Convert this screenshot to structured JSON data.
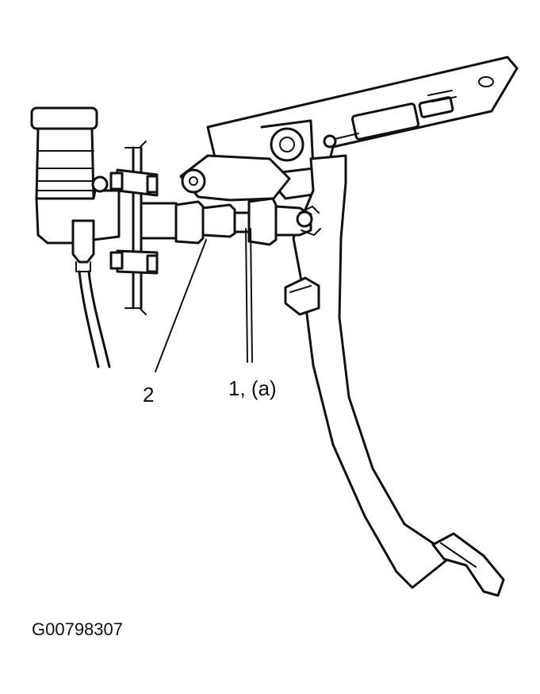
{
  "callouts": {
    "label_2": "2",
    "label_1a": "1, (a)"
  },
  "figure_id": "G00798307",
  "colors": {
    "ink": "#111111",
    "background": "#ffffff"
  }
}
